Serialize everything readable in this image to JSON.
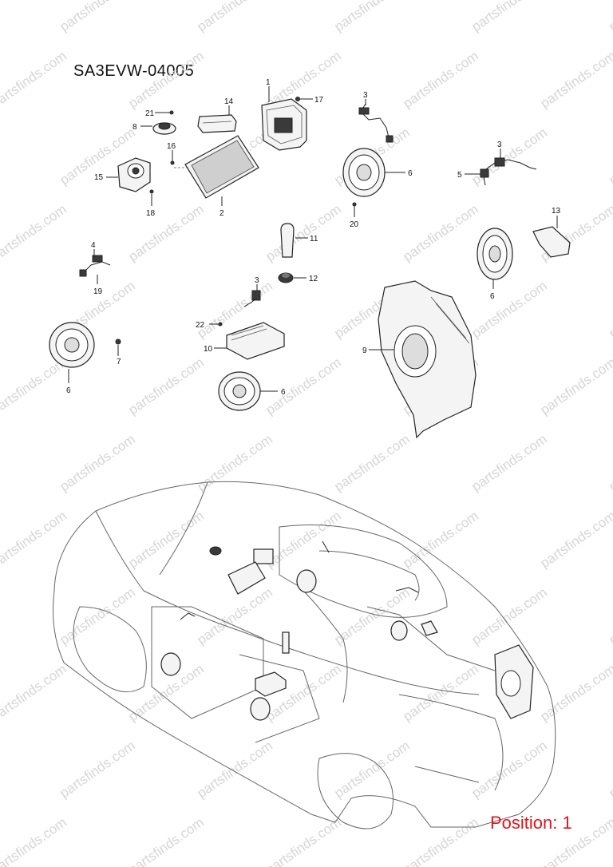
{
  "diagram": {
    "code": "SA3EVW-04005",
    "position_label": "Position: 1",
    "watermark_text": "partsfinds.com",
    "callouts": [
      "1",
      "17",
      "14",
      "21",
      "8",
      "16",
      "15",
      "18",
      "2",
      "3",
      "6",
      "20",
      "3",
      "5",
      "13",
      "4",
      "19",
      "11",
      "12",
      "3",
      "22",
      "10",
      "7",
      "6",
      "6",
      "9",
      "6"
    ]
  },
  "colors": {
    "position_label": "#e0151b",
    "watermark": "#d6d6d6",
    "line": "#222222"
  }
}
